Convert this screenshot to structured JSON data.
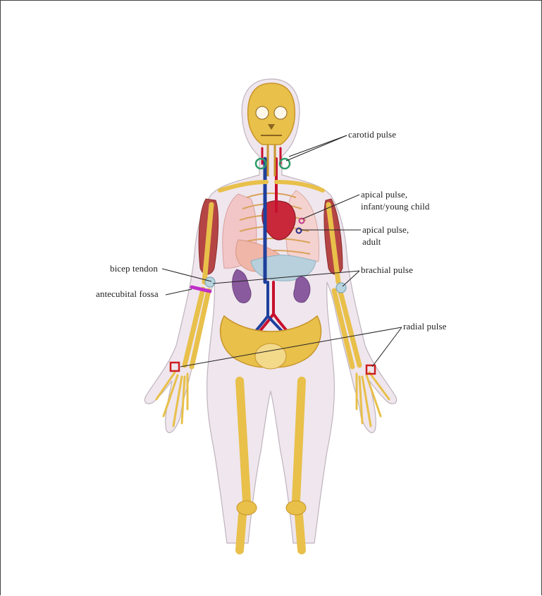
{
  "figure": {
    "labels": {
      "carotid": "carotid pulse",
      "apical_child_1": "apical pulse,",
      "apical_child_2": "infant/young child",
      "apical_adult_1": "apical pulse,",
      "apical_adult_2": "adult",
      "bicep": "bicep tendon",
      "brachial": "brachial pulse",
      "antecubital": "antecubital fossa",
      "radial": "radial pulse"
    },
    "colors": {
      "bone": "#e8c04a",
      "bone_shadow": "#c8952a",
      "muscle": "#b54545",
      "artery": "#c8102e",
      "vein": "#1f3f9c",
      "lung": "#f2c6c6",
      "liver": "#f0b7a8",
      "stomach": "#b7d0dc",
      "kidney": "#8a5a9e",
      "body_fill": "#efe6ee",
      "carotid_marker": "#2e9b6b",
      "apical_child_marker": "#c0398a",
      "apical_adult_marker": "#2a2f8f",
      "brachial_marker": "#8fb6c8",
      "antecubital_marker": "#c02fc8",
      "radial_marker": "#cc1f1f"
    }
  }
}
